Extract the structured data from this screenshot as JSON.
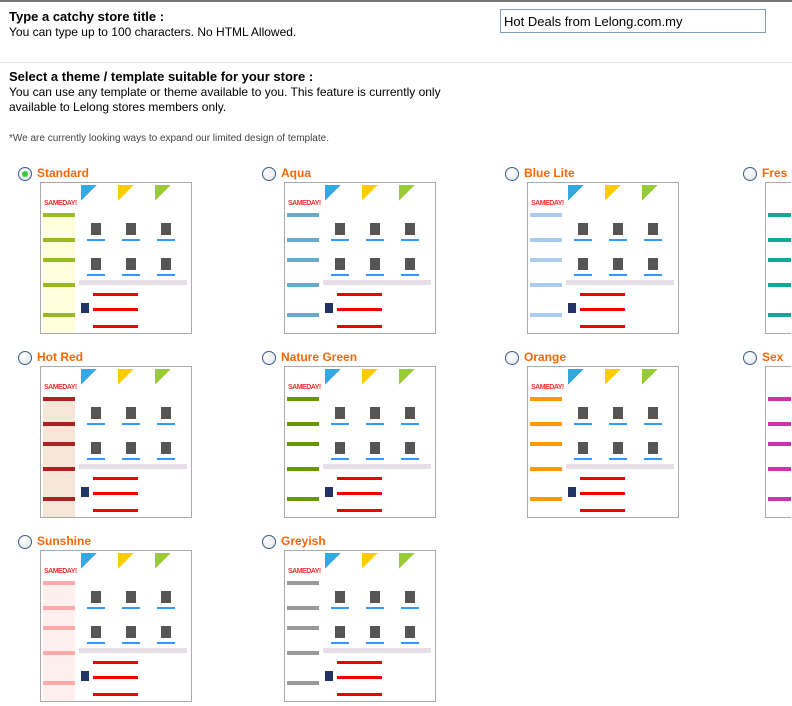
{
  "store_title": {
    "heading": "Type a catchy store title :",
    "help": "You can type up to 100 characters. No HTML Allowed.",
    "value": "Hot Deals from Lelong.com.my"
  },
  "theme_section": {
    "heading": "Select a theme / template suitable for your store :",
    "help_line1": "You can use any template or theme available to you. This feature is currently only",
    "help_line2": "available to Lelong stores members only.",
    "note": "*We are currently looking ways to expand our limited design of template."
  },
  "thumbnail_logo": "SAMEDAY!",
  "themes": [
    {
      "label": "Standard",
      "selected": true,
      "color": "#99bb22",
      "light": "#ffffdd"
    },
    {
      "label": "Aqua",
      "selected": false,
      "color": "#66aacc",
      "light": "#ffffff"
    },
    {
      "label": "Blue Lite",
      "selected": false,
      "color": "#aaccee",
      "light": "#ffffff"
    },
    {
      "label": "Fres",
      "selected": false,
      "color": "#11aa99",
      "light": "#ffffff"
    },
    {
      "label": "Hot Red",
      "selected": false,
      "color": "#aa2222",
      "light": "#f5e6d8"
    },
    {
      "label": "Nature Green",
      "selected": false,
      "color": "#669900",
      "light": "#ffffff"
    },
    {
      "label": "Orange",
      "selected": false,
      "color": "#ff9900",
      "light": "#ffffff"
    },
    {
      "label": "Sex",
      "selected": false,
      "color": "#cc33aa",
      "light": "#ffffff"
    },
    {
      "label": "Sunshine",
      "selected": false,
      "color": "#ffaaaa",
      "light": "#fff0f0"
    },
    {
      "label": "Greyish",
      "selected": false,
      "color": "#999999",
      "light": "#ffffff"
    }
  ]
}
